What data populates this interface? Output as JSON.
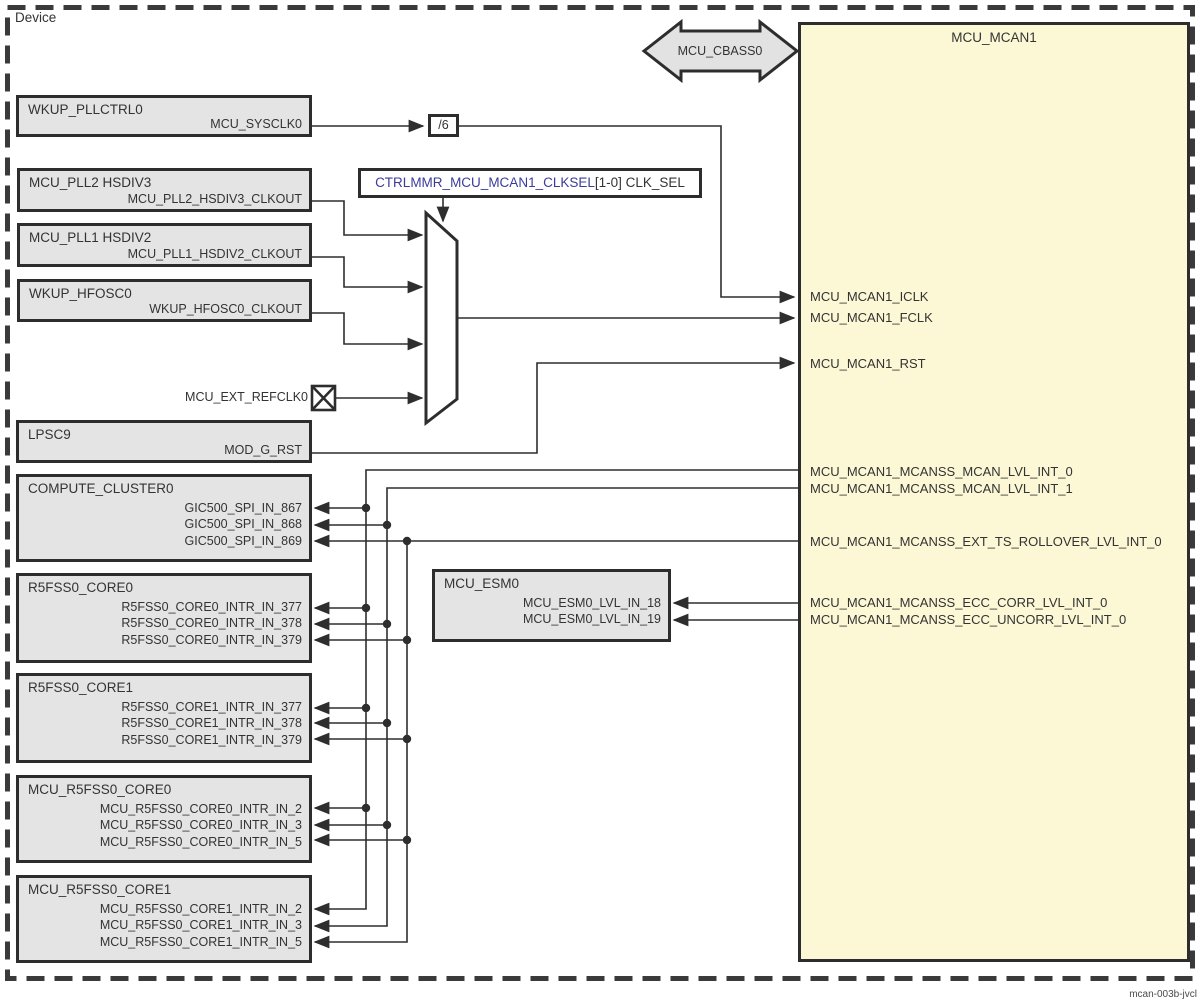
{
  "device_label": "Device",
  "watermark": "mcan-003b-jvcl",
  "cbass_label": "MCU_CBASS0",
  "divider_label": "/6",
  "clksel": {
    "register": "CTRLMMR_MCU_MCAN1_CLKSEL",
    "suffix": "[1-0] CLK_SEL"
  },
  "ext_refclk_label": "MCU_EXT_REFCLK0",
  "clock_sources": [
    {
      "title": "WKUP_PLLCTRL0",
      "signal": "MCU_SYSCLK0"
    },
    {
      "title": "MCU_PLL2 HSDIV3",
      "signal": "MCU_PLL2_HSDIV3_CLKOUT"
    },
    {
      "title": "MCU_PLL1 HSDIV2",
      "signal": "MCU_PLL1_HSDIV2_CLKOUT"
    },
    {
      "title": "WKUP_HFOSC0",
      "signal": "WKUP_HFOSC0_CLKOUT"
    }
  ],
  "lpsc": {
    "title": "LPSC9",
    "signal": "MOD_G_RST"
  },
  "interrupt_targets": [
    {
      "title": "COMPUTE_CLUSTER0",
      "signals": [
        "GIC500_SPI_IN_867",
        "GIC500_SPI_IN_868",
        "GIC500_SPI_IN_869"
      ]
    },
    {
      "title": "R5FSS0_CORE0",
      "signals": [
        "R5FSS0_CORE0_INTR_IN_377",
        "R5FSS0_CORE0_INTR_IN_378",
        "R5FSS0_CORE0_INTR_IN_379"
      ]
    },
    {
      "title": "R5FSS0_CORE1",
      "signals": [
        "R5FSS0_CORE1_INTR_IN_377",
        "R5FSS0_CORE1_INTR_IN_378",
        "R5FSS0_CORE1_INTR_IN_379"
      ]
    },
    {
      "title": "MCU_R5FSS0_CORE0",
      "signals": [
        "MCU_R5FSS0_CORE0_INTR_IN_2",
        "MCU_R5FSS0_CORE0_INTR_IN_3",
        "MCU_R5FSS0_CORE0_INTR_IN_5"
      ]
    },
    {
      "title": "MCU_R5FSS0_CORE1",
      "signals": [
        "MCU_R5FSS0_CORE1_INTR_IN_2",
        "MCU_R5FSS0_CORE1_INTR_IN_3",
        "MCU_R5FSS0_CORE1_INTR_IN_5"
      ]
    }
  ],
  "esm": {
    "title": "MCU_ESM0",
    "signals": [
      "MCU_ESM0_LVL_IN_18",
      "MCU_ESM0_LVL_IN_19"
    ]
  },
  "mcan": {
    "title": "MCU_MCAN1",
    "ports": {
      "iclk": "MCU_MCAN1_ICLK",
      "fclk": "MCU_MCAN1_FCLK",
      "rst": "MCU_MCAN1_RST",
      "mcan_lvl_int_0": "MCU_MCAN1_MCANSS_MCAN_LVL_INT_0",
      "mcan_lvl_int_1": "MCU_MCAN1_MCANSS_MCAN_LVL_INT_1",
      "ext_ts_rollover": "MCU_MCAN1_MCANSS_EXT_TS_ROLLOVER_LVL_INT_0",
      "ecc_corr": "MCU_MCAN1_MCANSS_ECC_CORR_LVL_INT_0",
      "ecc_uncorr": "MCU_MCAN1_MCANSS_ECC_UNCORR_LVL_INT_0"
    }
  },
  "colors": {
    "block_fill": "#e4e4e4",
    "mcan_fill": "#fcf8d6",
    "register_text": "#3b3b9c",
    "line": "#2e2e2e"
  }
}
